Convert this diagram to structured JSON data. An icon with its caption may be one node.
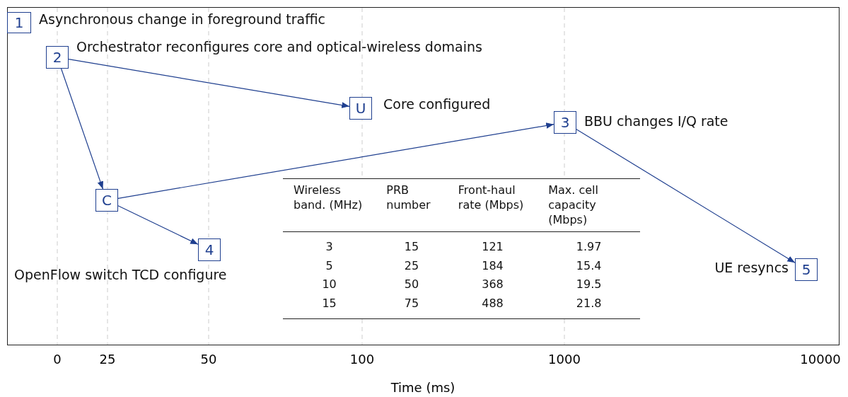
{
  "diagram": {
    "nodes": [
      {
        "text": [
          "1"
        ],
        "beside": [
          "Asynchronous change in foreground traffic"
        ]
      },
      {
        "text": [
          "2"
        ],
        "beside": [
          "Orchestrator reconfigures core and optical-wireless domains"
        ]
      },
      {
        "text": [
          "U"
        ],
        "beside": [
          "Core configured"
        ]
      },
      {
        "text": [
          "3"
        ],
        "beside": [
          "BBU changes I/Q rate"
        ]
      },
      {
        "text": [
          "C"
        ]
      },
      {
        "text": [
          "4"
        ],
        "beside": [
          "OpenFlow switch TCD configure"
        ]
      },
      {
        "text": [
          "5"
        ],
        "beside": [
          "UE resyncs"
        ]
      }
    ],
    "edges": [
      {
        "from": 1,
        "to": 2,
        "arrow": "to"
      },
      {
        "from": 1,
        "to": 4,
        "arrow": "to"
      },
      {
        "from": 4,
        "to": 3,
        "arrow": "to"
      },
      {
        "from": 4,
        "to": 5,
        "arrow": "to"
      },
      {
        "from": 3,
        "to": 6,
        "arrow": "to"
      }
    ],
    "labels": [
      "Wireless band. (MHz)",
      "PRB number",
      "Front-haul rate (Mbps)",
      "Max. cell capacity (Mbps)",
      "3",
      "15",
      "121",
      "1.97",
      "5",
      "25",
      "184",
      "15.4",
      "10",
      "50",
      "368",
      "19.5",
      "15",
      "75",
      "488",
      "21.8",
      "0",
      "25",
      "50",
      "100",
      "1000",
      "10000",
      "Time (ms)"
    ]
  }
}
